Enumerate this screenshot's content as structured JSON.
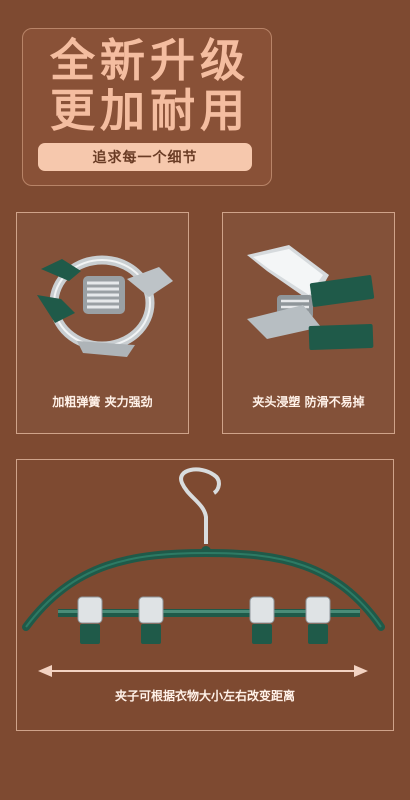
{
  "hero": {
    "title_line1": "全新升级",
    "title_line2": "更加耐用",
    "subtitle": "追求每一个细节"
  },
  "features": [
    {
      "caption": "加粗弹簧 夹力强劲"
    },
    {
      "caption": "夹头浸塑 防滑不易掉"
    }
  ],
  "hanger": {
    "caption": "夹子可根据衣物大小左右改变距离"
  },
  "colors": {
    "background": "#7e4a31",
    "accent": "#f4bda0",
    "grip_green": "#1f5a49"
  }
}
